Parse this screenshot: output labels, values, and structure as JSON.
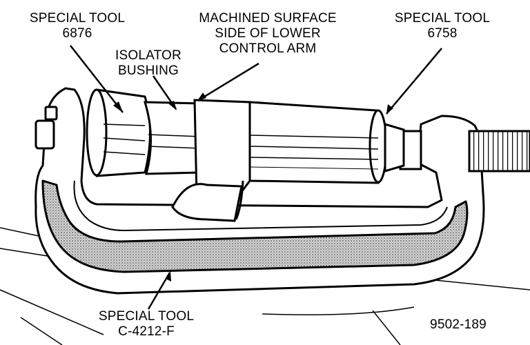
{
  "labels": {
    "tool_6876": [
      "SPECIAL TOOL",
      "6876"
    ],
    "isolator": [
      "ISOLATOR",
      "BUSHING"
    ],
    "machined": [
      "MACHINED SURFACE",
      "SIDE OF LOWER",
      "CONTROL ARM"
    ],
    "tool_6758": [
      "SPECIAL TOOL",
      "6758"
    ],
    "tool_c4212f": [
      "SPECIAL TOOL",
      "C-4212-F"
    ]
  },
  "figure_number": "9502-189",
  "colors": {
    "ink": "#000000",
    "stipple": "#9a9a9a",
    "paper": "#ffffff"
  }
}
